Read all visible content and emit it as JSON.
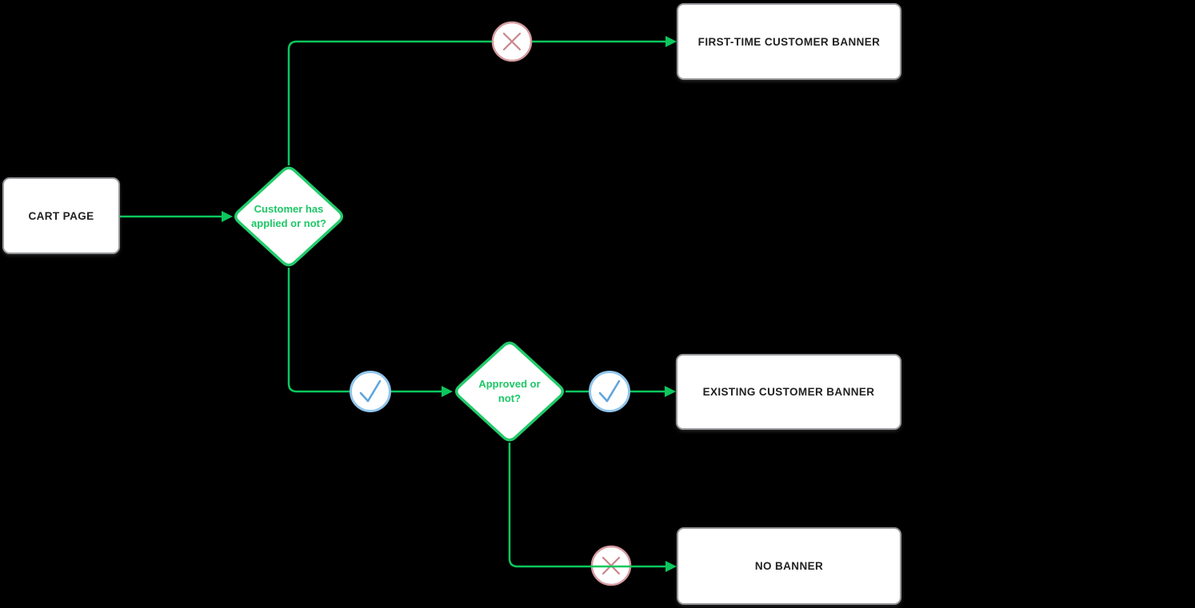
{
  "diagram": {
    "background": "#000000",
    "colors": {
      "background": "#000000",
      "connector": "#0cc75e",
      "decision_border": "#22cb6b",
      "decision_text": "#1cc766",
      "reject_border": "#d59a9f",
      "reject_glyph": "#c9858b",
      "approve_border": "#92c6ec",
      "approve_glyph": "#61a5dc",
      "node_border": "#97999c",
      "node_fill": "#ffffff",
      "node_text": "#222222"
    },
    "nodes": {
      "cart": {
        "label": "CART PAGE",
        "type": "process"
      },
      "decision1": {
        "label": "Customer has applied or not?",
        "type": "decision"
      },
      "decision2": {
        "label": "Approved or not?",
        "type": "decision"
      },
      "first_time": {
        "label": "FIRST-TIME CUSTOMER BANNER",
        "type": "process"
      },
      "existing": {
        "label": "EXISTING CUSTOMER BANNER",
        "type": "process"
      },
      "no_banner": {
        "label": "NO BANNER",
        "type": "process"
      }
    },
    "edges": [
      {
        "from": "cart",
        "to": "decision1",
        "marker": "none"
      },
      {
        "from": "decision1",
        "to": "first_time",
        "marker": "no-x"
      },
      {
        "from": "decision1",
        "to": "decision2",
        "marker": "yes-check"
      },
      {
        "from": "decision2",
        "to": "existing",
        "marker": "yes-check"
      },
      {
        "from": "decision2",
        "to": "no_banner",
        "marker": "no-x"
      }
    ],
    "icons": {
      "no_marker": "x-icon",
      "yes_marker": "check-icon"
    }
  }
}
